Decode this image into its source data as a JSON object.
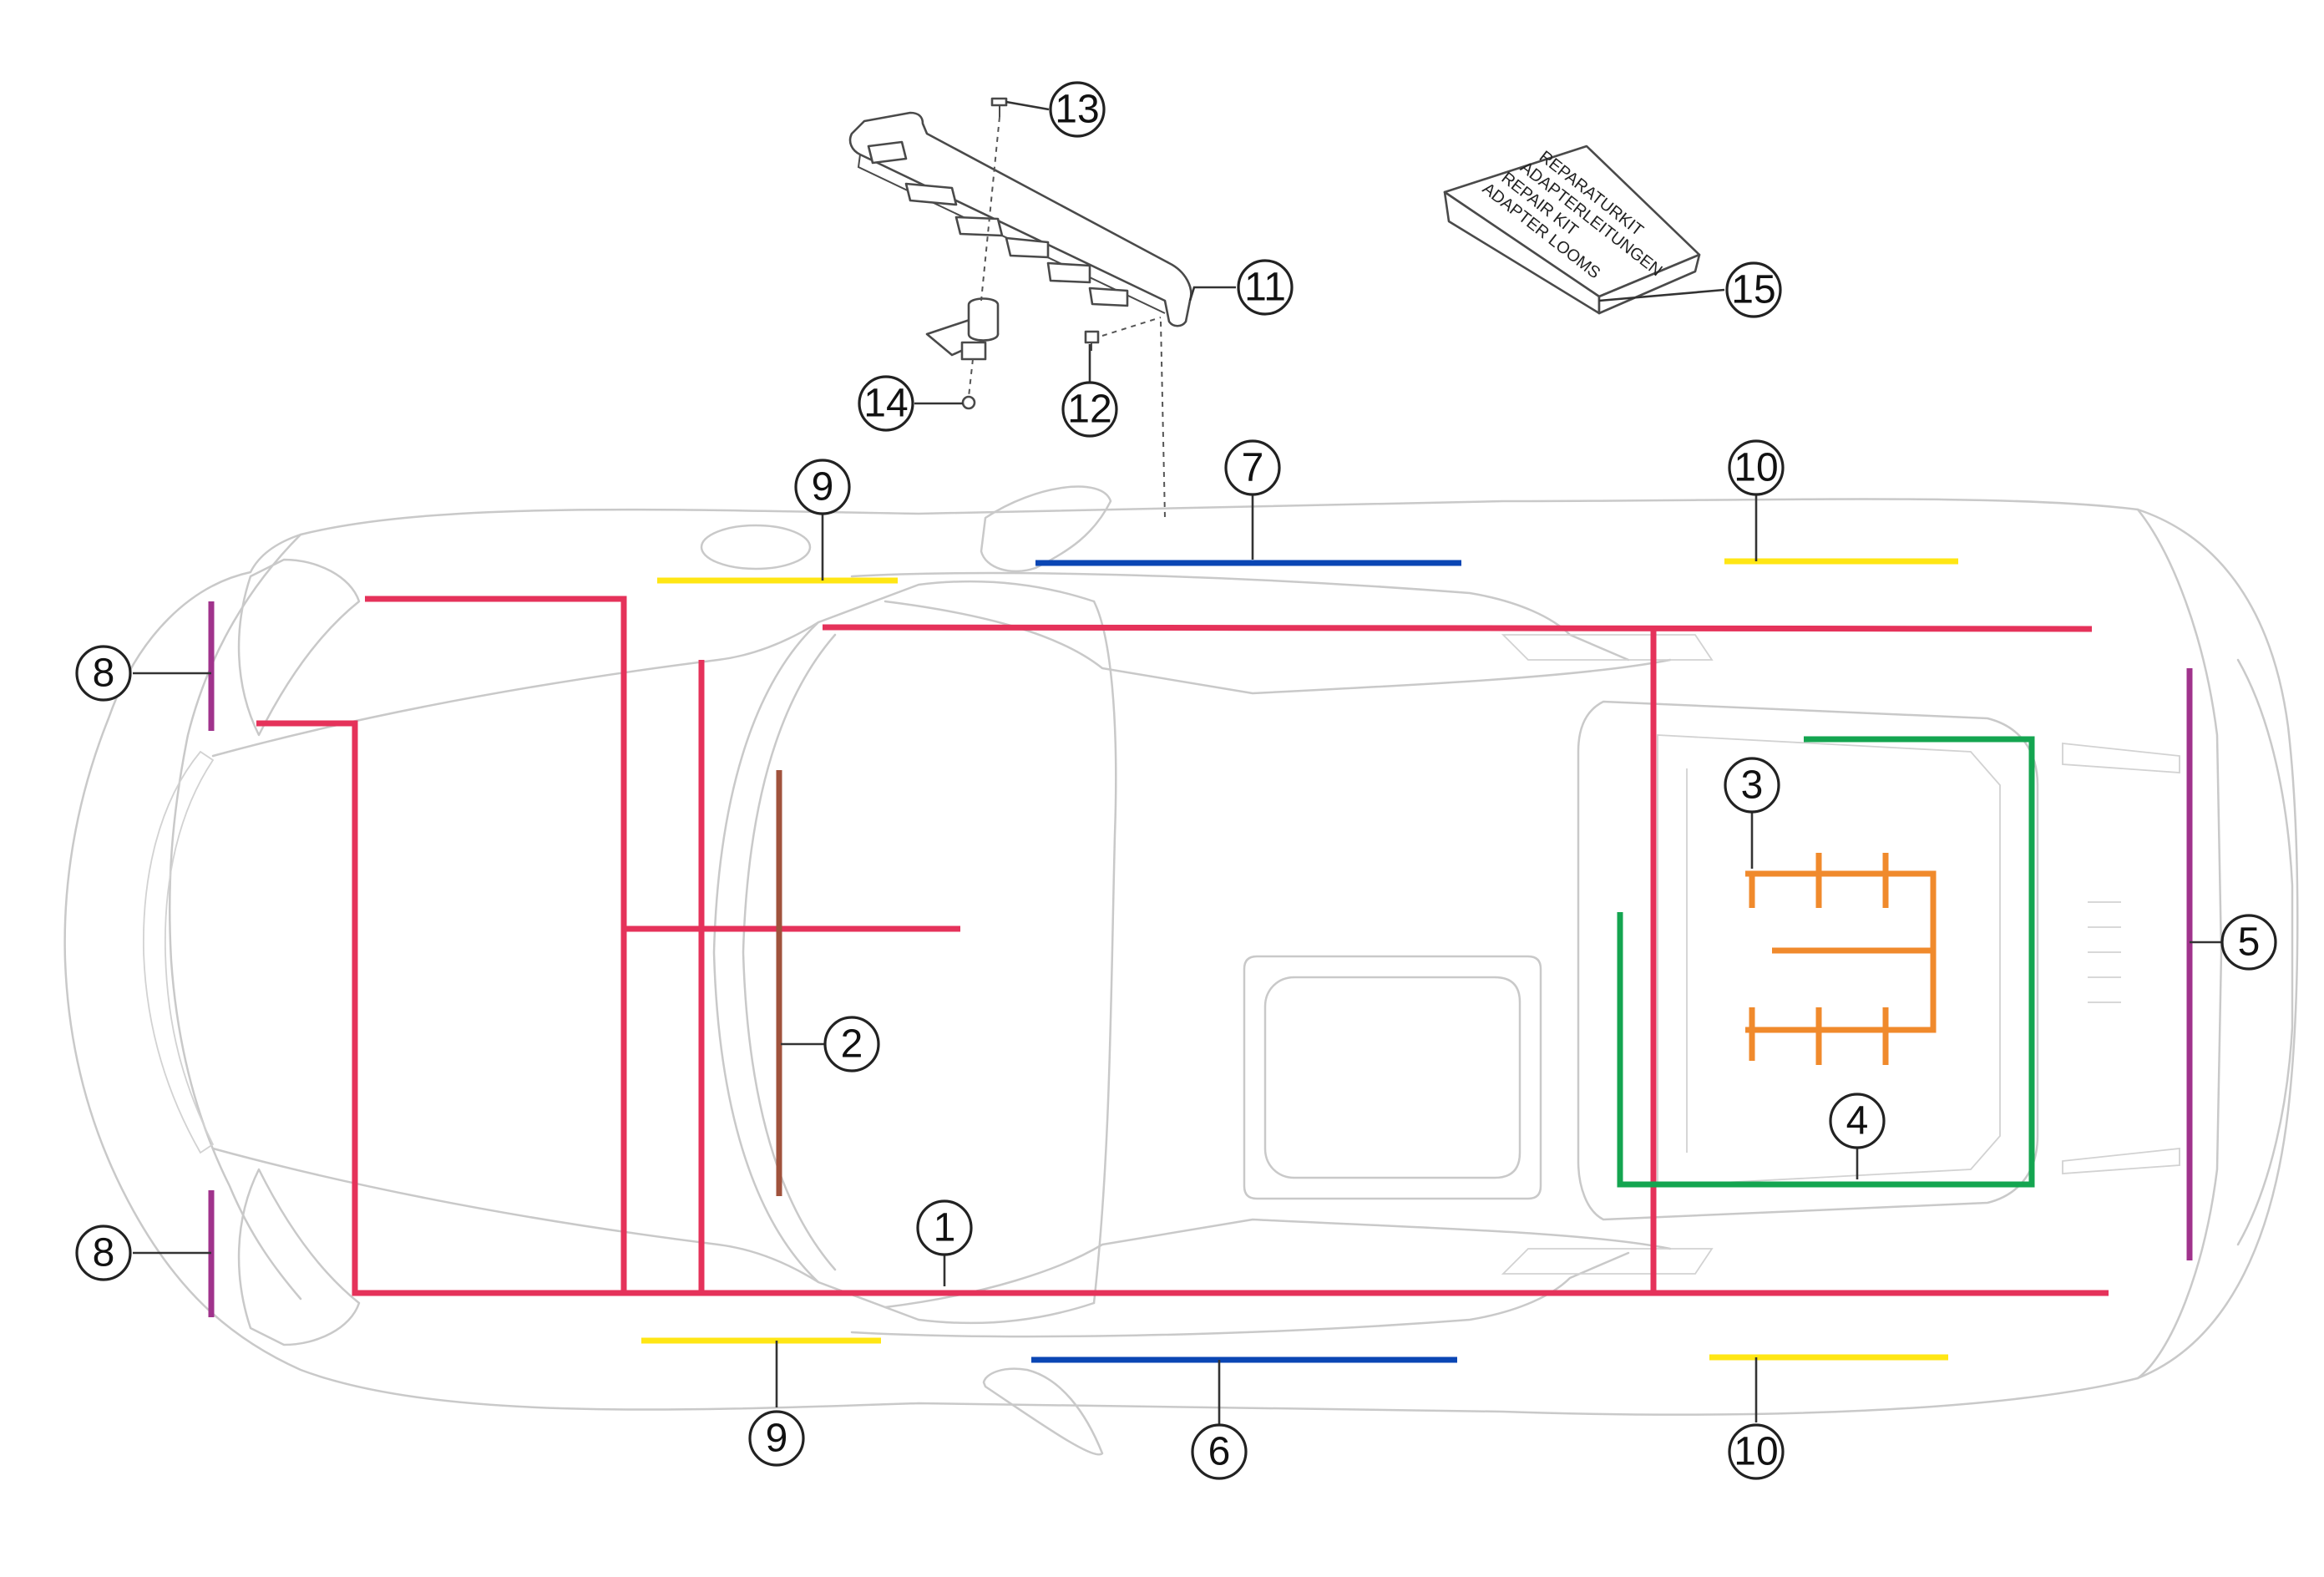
{
  "diagram": {
    "colors": {
      "harness_1": "#e5325a",
      "harness_2": "#a0523c",
      "harness_3": "#f08a2c",
      "harness_4": "#14a550",
      "harness_5": "#a0338c",
      "harness_6": "#0a46b4",
      "harness_7": "#0a46b4",
      "harness_8": "#a0338c",
      "harness_9": "#ffe614",
      "harness_10": "#ffe614"
    },
    "callouts": {
      "c1": "1",
      "c2": "2",
      "c3": "3",
      "c4": "4",
      "c5": "5",
      "c6": "6",
      "c7": "7",
      "c8a": "8",
      "c8b": "8",
      "c9a": "9",
      "c9b": "9",
      "c10a": "10",
      "c10b": "10",
      "c11": "11",
      "c12": "12",
      "c13": "13",
      "c14": "14",
      "c15": "15"
    },
    "kit_box": {
      "line1": "REPARATURKIT",
      "line2": "ADAPTERLEITUNGEN",
      "line3": "REPAIR KIT",
      "line4": "ADAPTER LOOMS"
    }
  }
}
